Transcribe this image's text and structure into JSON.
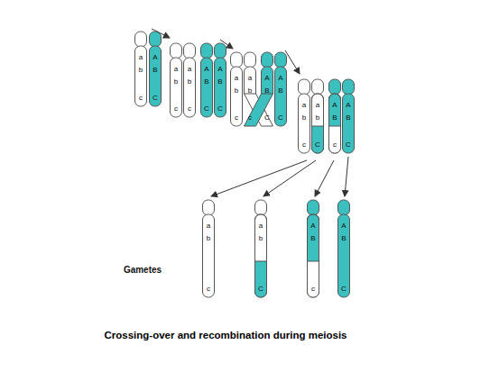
{
  "diagram": {
    "caption": "Crossing-over and recombination  during meiosis",
    "labels": [
      "a",
      "b",
      "c",
      "A",
      "B",
      "C",
      "a",
      "b",
      "c",
      "a",
      "b",
      "c",
      "A",
      "B",
      "C",
      "A",
      "B",
      "C",
      "a",
      "b",
      "c",
      "a",
      "b",
      "c",
      "A",
      "B",
      "C",
      "A",
      "B",
      "C",
      "a",
      "b",
      "c",
      "a",
      "b",
      "C",
      "A",
      "B",
      "c",
      "A",
      "B",
      "C",
      "a",
      "b",
      "c",
      "a",
      "b",
      "C",
      "A",
      "B",
      "c",
      "A",
      "B",
      "C",
      "Gametes"
    ]
  }
}
